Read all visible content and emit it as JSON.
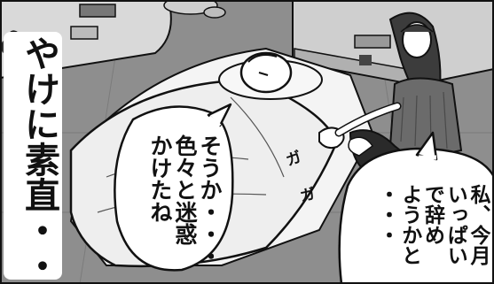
{
  "narration": {
    "text": "やけに素直・・・"
  },
  "speech_left": {
    "text": "そうか・・・\n色々と迷惑\nかけたね"
  },
  "speech_right": {
    "text": "私、今月\nいっぱい\nで辞め\nようかと\n・・・"
  },
  "sfx": [
    "ガ",
    "ガ"
  ],
  "colors": {
    "ink": "#111111",
    "paper": "#ffffff",
    "tatami": "#8e8e8e",
    "shadow": "#5a5a5a"
  }
}
